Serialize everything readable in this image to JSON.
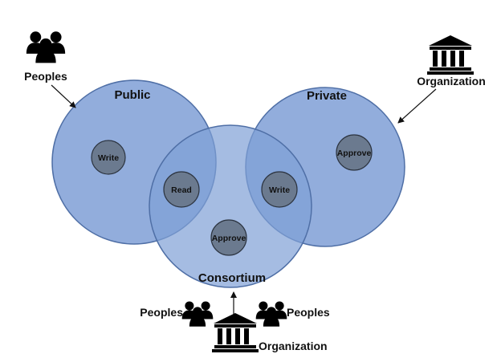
{
  "colors": {
    "circle_fill": "#7f9fd6",
    "circle_stroke": "#4f6fa6",
    "node_fill": "#6b7a8f",
    "node_stroke": "#2c3440",
    "text": "#111111",
    "icon": "#000000"
  },
  "circles": {
    "public": {
      "label": "Public",
      "node_write": "Write",
      "node_read": "Read"
    },
    "private": {
      "label": "Private",
      "node_approve": "Approve",
      "node_write": "Write"
    },
    "consortium": {
      "label": "Consortium",
      "node_approve": "Approve"
    }
  },
  "actors": {
    "top_left_people": {
      "label": "Peoples",
      "icon": "people-icon"
    },
    "top_right_org": {
      "label": "Organization",
      "icon": "bank-icon"
    },
    "bottom_left_people": {
      "label": "Peoples",
      "icon": "people-icon"
    },
    "bottom_right_people": {
      "label": "Peoples",
      "icon": "people-icon"
    },
    "bottom_org": {
      "label": "Organization",
      "icon": "bank-icon"
    }
  }
}
